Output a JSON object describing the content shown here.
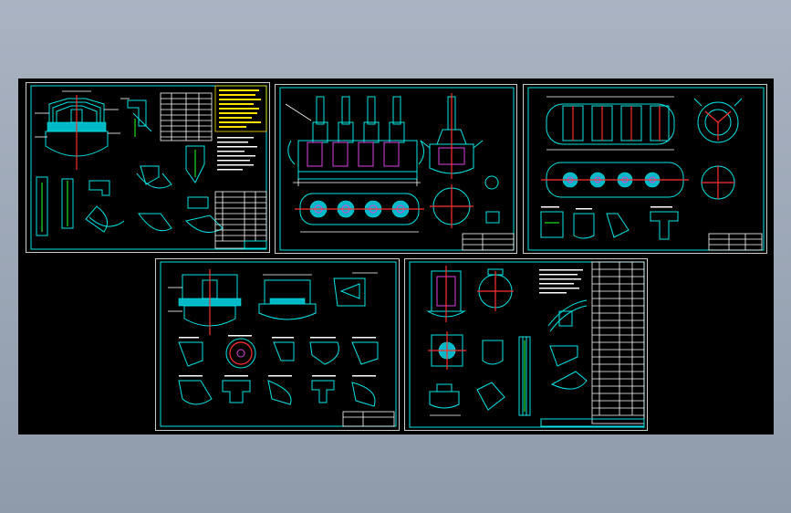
{
  "viewer": {
    "background_color": "#9aa5b5",
    "canvas_color": "#000000"
  },
  "drawing": {
    "line_colors": {
      "primary": "#00e5e5",
      "annotation": "#ffffff",
      "center": "#ff3030",
      "notes": "#ffe000",
      "accent": "#e040e0",
      "section": "#20e020"
    },
    "sheets": [
      {
        "name": "sheet-1-assembly-details-and-tables"
      },
      {
        "name": "sheet-2-four-unit-front-elevation"
      },
      {
        "name": "sheet-3-four-unit-top-and-side-views"
      },
      {
        "name": "sheet-4-section-details"
      },
      {
        "name": "sheet-5-component-details-and-parts-list"
      }
    ]
  }
}
